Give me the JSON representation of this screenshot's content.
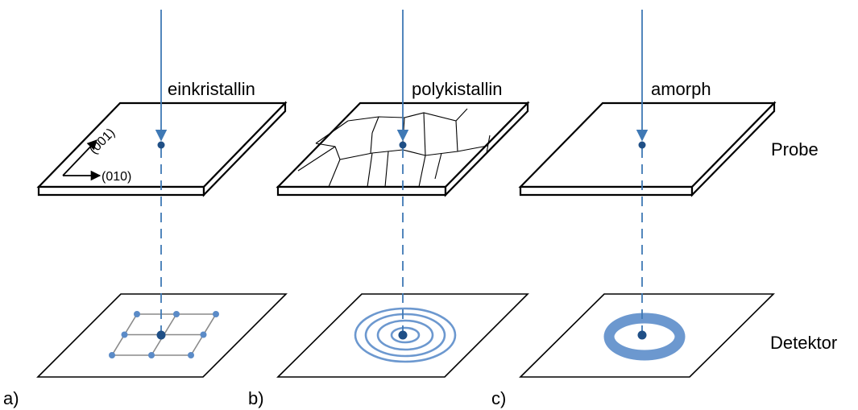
{
  "panels": [
    {
      "id": "a",
      "letter": "a)",
      "title": "einkristallin"
    },
    {
      "id": "b",
      "letter": "b)",
      "title": "polykistallin"
    },
    {
      "id": "c",
      "letter": "c)",
      "title": "amorph"
    }
  ],
  "axes": {
    "axis_001": "(001)",
    "axis_010": "(010)"
  },
  "row_labels": {
    "sample": "Probe",
    "detector": "Detektor"
  },
  "colors": {
    "beam": "#3f79b5",
    "center_dot": "#1f4f86",
    "pattern": "#6c98cf",
    "lattice_line": "#8a8a8a"
  }
}
